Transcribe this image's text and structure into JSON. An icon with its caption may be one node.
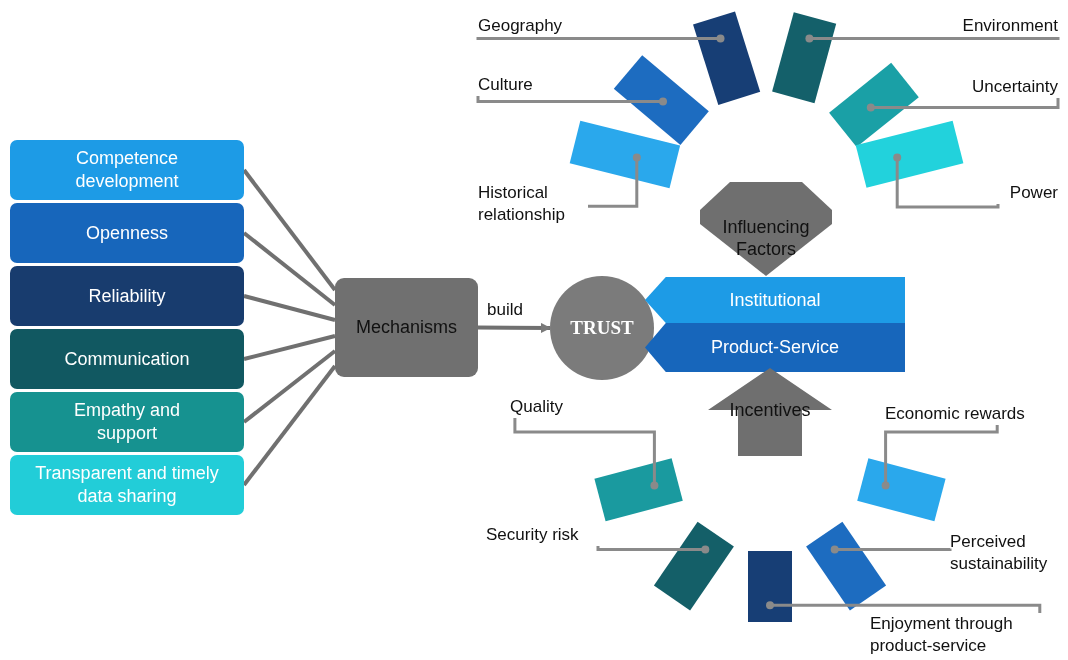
{
  "diagram": {
    "nodes": [
      {
        "text": [
          "Competence development"
        ]
      },
      {
        "text": [
          "Openness"
        ]
      },
      {
        "text": [
          "Reliability"
        ]
      },
      {
        "text": [
          "Communication"
        ]
      },
      {
        "text": [
          "Empathy and support"
        ]
      },
      {
        "text": [
          "Transparent and timely data sharing"
        ]
      },
      {
        "text": [
          "Mechanisms"
        ]
      },
      {
        "text": [
          "TRUST"
        ]
      },
      {
        "text": [
          "Institutional"
        ]
      },
      {
        "text": [
          "Product-Service"
        ]
      },
      {
        "text": [
          "Influencing Factors"
        ]
      },
      {
        "text": [
          "Incentives"
        ]
      },
      {
        "text": [
          "Geography"
        ]
      },
      {
        "text": [
          "Environment"
        ]
      },
      {
        "text": [
          "Culture"
        ]
      },
      {
        "text": [
          "Uncertainty"
        ]
      },
      {
        "text": [
          "Historical relationship"
        ]
      },
      {
        "text": [
          "Power"
        ]
      },
      {
        "text": [],
        "shape": "bar"
      },
      {
        "text": [],
        "shape": "bar"
      },
      {
        "text": [],
        "shape": "bar"
      },
      {
        "text": [],
        "shape": "bar"
      },
      {
        "text": [],
        "shape": "bar"
      },
      {
        "text": [],
        "shape": "bar"
      },
      {
        "text": [
          "Quality"
        ]
      },
      {
        "text": [
          "Economic rewards"
        ]
      },
      {
        "text": [
          "Security risk"
        ]
      },
      {
        "text": [
          "Perceived sustainability"
        ]
      },
      {
        "text": [
          "Enjoyment through product-service"
        ]
      },
      {
        "text": [],
        "shape": "bar"
      },
      {
        "text": [],
        "shape": "bar"
      },
      {
        "text": [],
        "shape": "bar"
      },
      {
        "text": [],
        "shape": "bar"
      },
      {
        "text": [],
        "shape": "bar"
      }
    ],
    "edges": [
      {
        "from": 0,
        "to": 6,
        "arrow": "none"
      },
      {
        "from": 1,
        "to": 6,
        "arrow": "none"
      },
      {
        "from": 2,
        "to": 6,
        "arrow": "none"
      },
      {
        "from": 3,
        "to": 6,
        "arrow": "none"
      },
      {
        "from": 4,
        "to": 6,
        "arrow": "none"
      },
      {
        "from": 5,
        "to": 6,
        "arrow": "none"
      },
      {
        "from": 6,
        "to": 7,
        "label": "build",
        "arrow": "to"
      },
      {
        "from": 12,
        "to": 20,
        "arrow": "other"
      },
      {
        "from": 13,
        "to": 21,
        "arrow": "other"
      },
      {
        "from": 14,
        "to": 19,
        "arrow": "other"
      },
      {
        "from": 15,
        "to": 22,
        "arrow": "other"
      },
      {
        "from": 16,
        "to": 18,
        "arrow": "other"
      },
      {
        "from": 17,
        "to": 23,
        "arrow": "other"
      },
      {
        "from": 24,
        "to": 29,
        "arrow": "other"
      },
      {
        "from": 25,
        "to": 33,
        "arrow": "other"
      },
      {
        "from": 26,
        "to": 30,
        "arrow": "other"
      },
      {
        "from": 27,
        "to": 32,
        "arrow": "other"
      },
      {
        "from": 28,
        "to": 31,
        "arrow": "other"
      }
    ]
  }
}
